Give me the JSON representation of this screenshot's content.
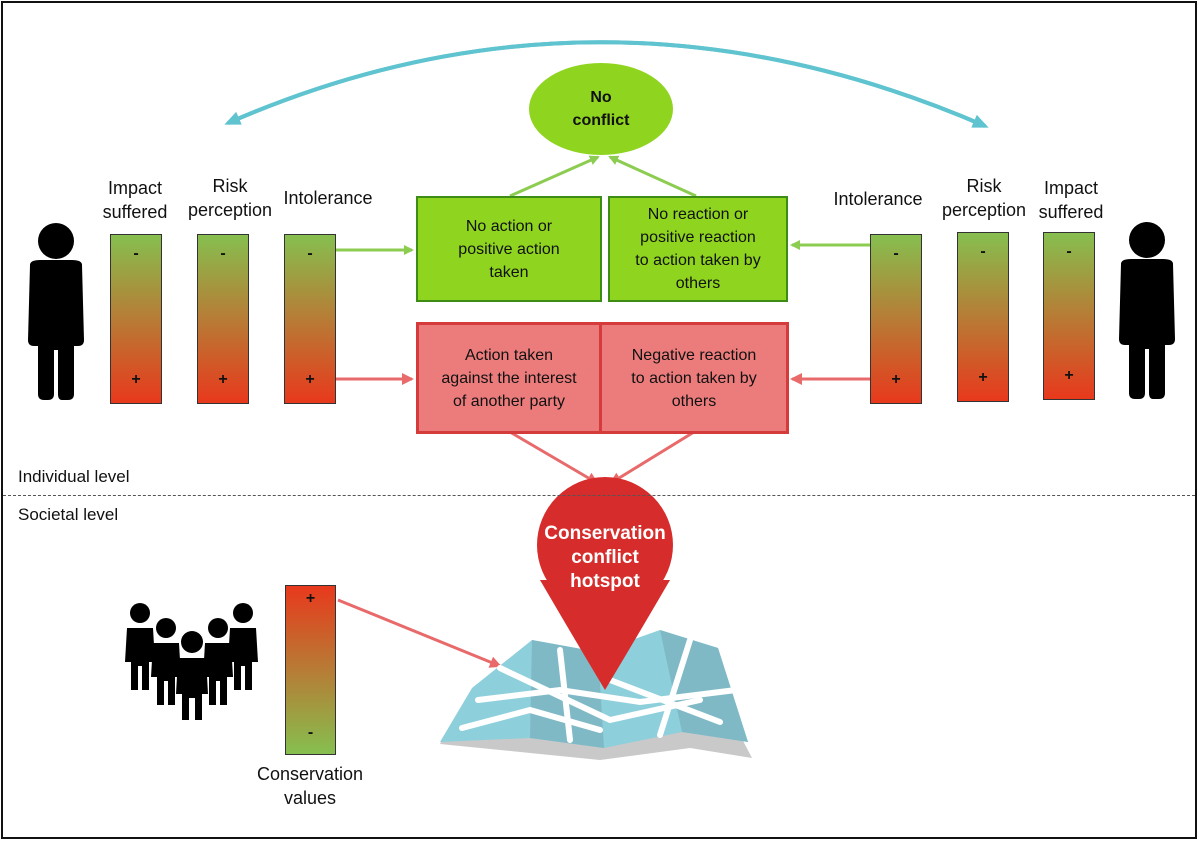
{
  "no_conflict": {
    "line1": "No",
    "line2": "conflict"
  },
  "left_party": {
    "impact": {
      "line1": "Impact",
      "line2": "suffered",
      "top": "-",
      "bottom": "+"
    },
    "risk": {
      "line1": "Risk",
      "line2": "perception",
      "top": "-",
      "bottom": "+"
    },
    "intolerance": {
      "label": "Intolerance",
      "top": "-",
      "bottom": "+"
    }
  },
  "right_party": {
    "intolerance": {
      "label": "Intolerance",
      "top": "-",
      "bottom": "+"
    },
    "risk": {
      "line1": "Risk",
      "line2": "perception",
      "top": "-",
      "bottom": "+"
    },
    "impact": {
      "line1": "Impact",
      "line2": "suffered",
      "top": "-",
      "bottom": "+"
    }
  },
  "boxes": {
    "no_action": {
      "line1": "No action or",
      "line2": "positive action",
      "line3": "taken"
    },
    "no_reaction": {
      "line1": "No reaction or",
      "line2": "positive reaction",
      "line3": "to action taken by",
      "line4": "others"
    },
    "action_against": {
      "line1": "Action taken",
      "line2": "against the interest",
      "line3": "of another party"
    },
    "negative_reaction": {
      "line1": "Negative reaction",
      "line2": "to action taken by",
      "line3": "others"
    }
  },
  "levels": {
    "individual": "Individual level",
    "societal": "Societal level"
  },
  "hotspot": {
    "line1": "Conservation",
    "line2": "conflict",
    "line3": "hotspot"
  },
  "conservation_values": {
    "line1": "Conservation",
    "line2": "values",
    "top": "+",
    "bottom": "-"
  },
  "colors": {
    "green": "#8fd41f",
    "red": "#d53b3b",
    "teal": "#5fc4d0",
    "map_blue": "#8ecfdc"
  }
}
